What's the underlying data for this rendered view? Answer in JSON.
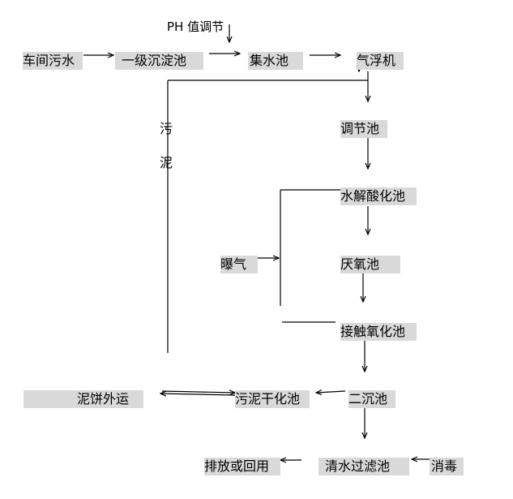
{
  "nodes": {
    "ph_adjust": "PH 值调节",
    "workshop_sewage": "车间污水",
    "primary_sedimentation": "一级沉淀池",
    "collection_tank": "集水池",
    "air_flotation": "气浮机",
    "regulating_tank": "调节池",
    "hydrolysis_acidification": "水解酸化池",
    "anoxic_tank": "厌氧池",
    "contact_oxidation": "接触氧化池",
    "secondary_sedimentation": "二沉池",
    "sludge_drying": "污泥干化池",
    "cake_transport": "泥饼外运",
    "aeration": "曝气",
    "clear_water_filter": "清水过滤池",
    "disinfection": "消毒",
    "discharge_reuse": "排放或回用"
  },
  "sludge_label": [
    "污",
    "泥"
  ],
  "colors": {
    "node_fill": "#d9d9d9",
    "line": "#000000"
  }
}
